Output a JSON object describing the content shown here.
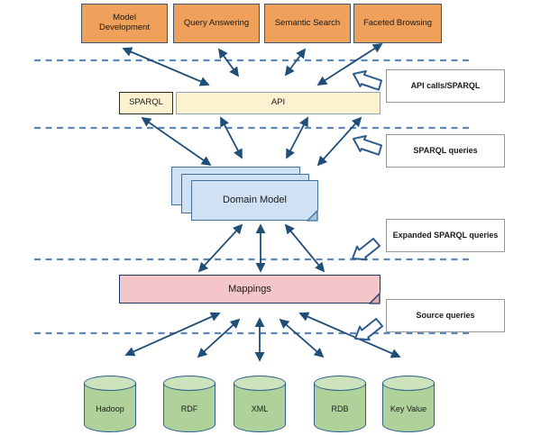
{
  "diagram": {
    "top_apps": [
      {
        "label": "Model Development"
      },
      {
        "label": "Query Answering"
      },
      {
        "label": "Semantic Search"
      },
      {
        "label": "Faceted Browsing"
      }
    ],
    "api_layer": {
      "sparql_label": "SPARQL",
      "api_label": "API"
    },
    "domain_model_label": "Domain Model",
    "mappings_label": "Mappings",
    "data_sources": [
      {
        "label": "Hadoop"
      },
      {
        "label": "RDF"
      },
      {
        "label": "XML"
      },
      {
        "label": "RDB"
      },
      {
        "label": "Key Value"
      }
    ],
    "annotations": [
      {
        "label": "API calls/SPARQL"
      },
      {
        "label": "SPARQL queries"
      },
      {
        "label": "Expanded SPARQL queries"
      },
      {
        "label": "Source queries"
      }
    ],
    "colors": {
      "app_box_fill": "#EFA05A",
      "app_box_border": "#44546A",
      "api_fill": "#FCF2CF",
      "sparql_border": "#2B2B22",
      "api_border": "#8AA5C0",
      "domain_model_fill": "#CFE1F2",
      "domain_model_border": "#41719C",
      "mappings_fill": "#F3C7C9",
      "mappings_border": "#1F3864",
      "cylinder_fill": "#AFD29B",
      "cylinder_top_fill": "#CCE3BC",
      "cylinder_border": "#2E6090",
      "connector_arrow": "#1F4E79",
      "dashed_divider": "#5E88B8",
      "annotation_border": "#969696"
    }
  }
}
